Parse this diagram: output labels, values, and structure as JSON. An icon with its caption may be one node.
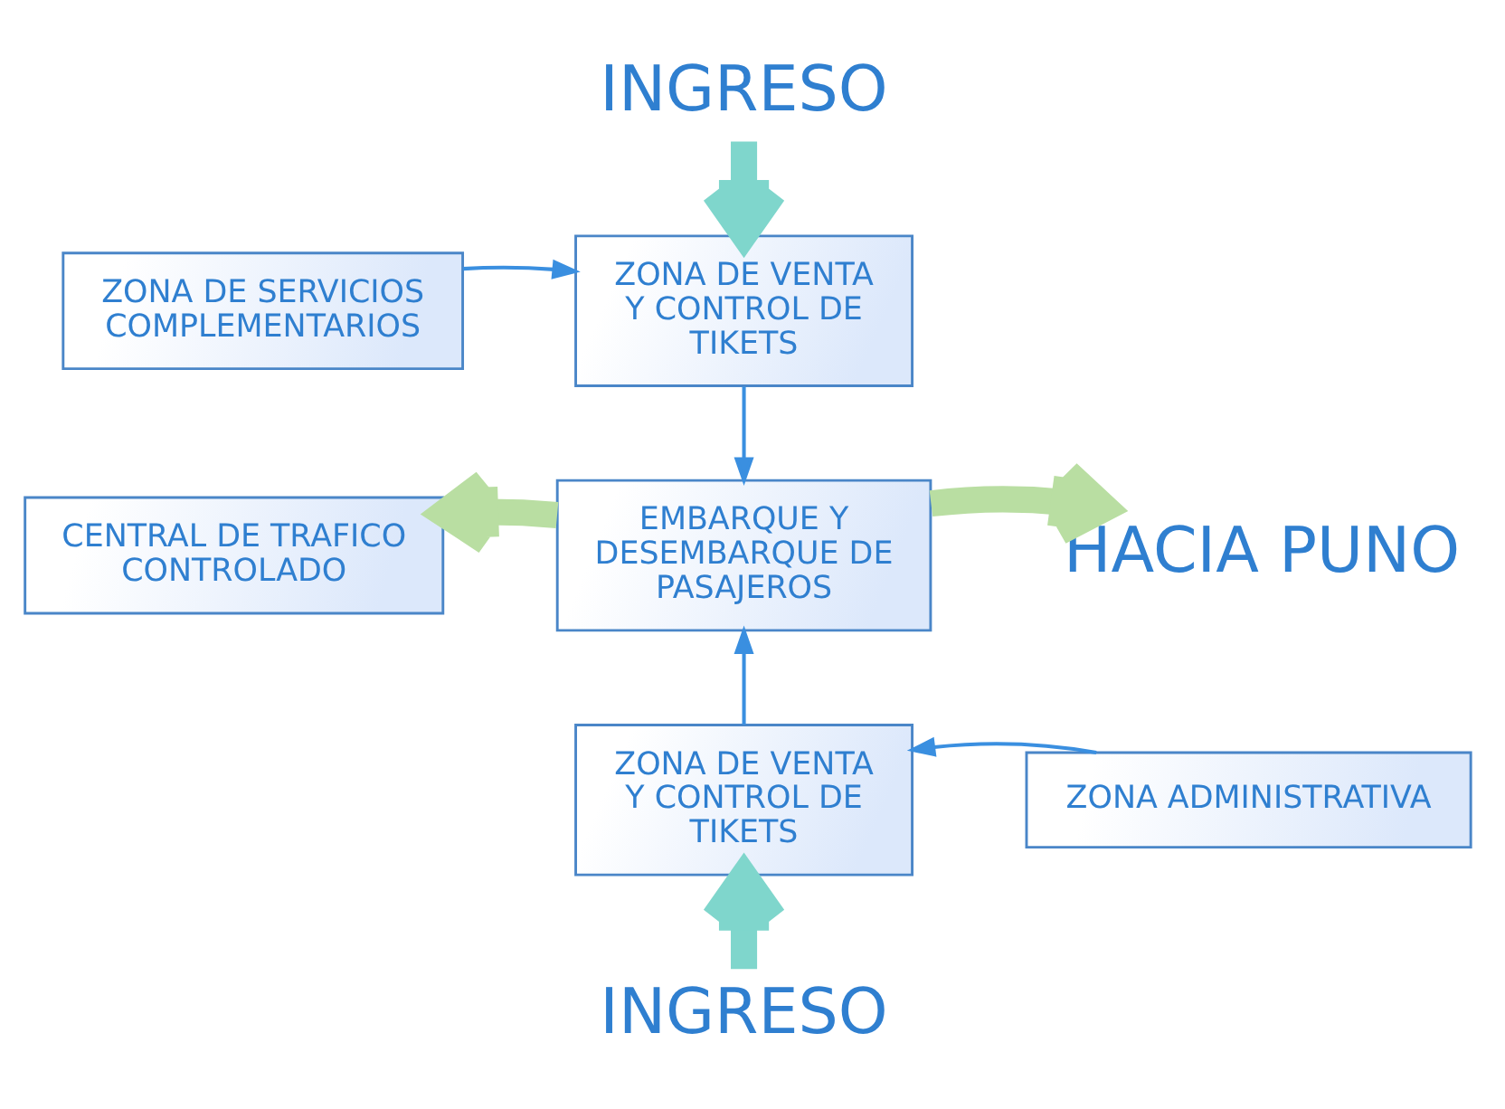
{
  "diagram": {
    "nodes": [
      {
        "text": [
          "INGRESO"
        ]
      },
      {
        "text": [
          "ZONA DE SERVICIOS COMPLEMENTARIOS"
        ]
      },
      {
        "text": [
          "ZONA DE VENTA Y CONTROL DE TIKETS"
        ]
      },
      {
        "text": [
          "CENTRAL DE TRAFICO CONTROLADO"
        ]
      },
      {
        "text": [
          "EMBARQUE Y DESEMBARQUE DE PASAJEROS"
        ]
      },
      {
        "text": [
          "HACIA PUNO"
        ]
      },
      {
        "text": [
          "ZONA DE VENTA Y CONTROL DE TIKETS"
        ]
      },
      {
        "text": [
          "ZONA ADMINISTRATIVA"
        ]
      },
      {
        "text": [
          "INGRESO"
        ]
      }
    ],
    "edges": [
      {
        "from": 0,
        "to": 2,
        "arrow": "to",
        "style": "thick",
        "color": "#7fd6cc"
      },
      {
        "from": 1,
        "to": 2,
        "arrow": "to"
      },
      {
        "from": 2,
        "to": 4,
        "arrow": "to"
      },
      {
        "from": 4,
        "to": 3,
        "arrow": "to",
        "style": "thick",
        "color": "#b9dea2"
      },
      {
        "from": 4,
        "to": 5,
        "arrow": "to",
        "style": "thick",
        "color": "#b9dea2"
      },
      {
        "from": 6,
        "to": 4,
        "arrow": "to"
      },
      {
        "from": 7,
        "to": 6,
        "arrow": "to"
      },
      {
        "from": 8,
        "to": 6,
        "arrow": "to",
        "style": "thick",
        "color": "#7fd6cc"
      }
    ]
  }
}
